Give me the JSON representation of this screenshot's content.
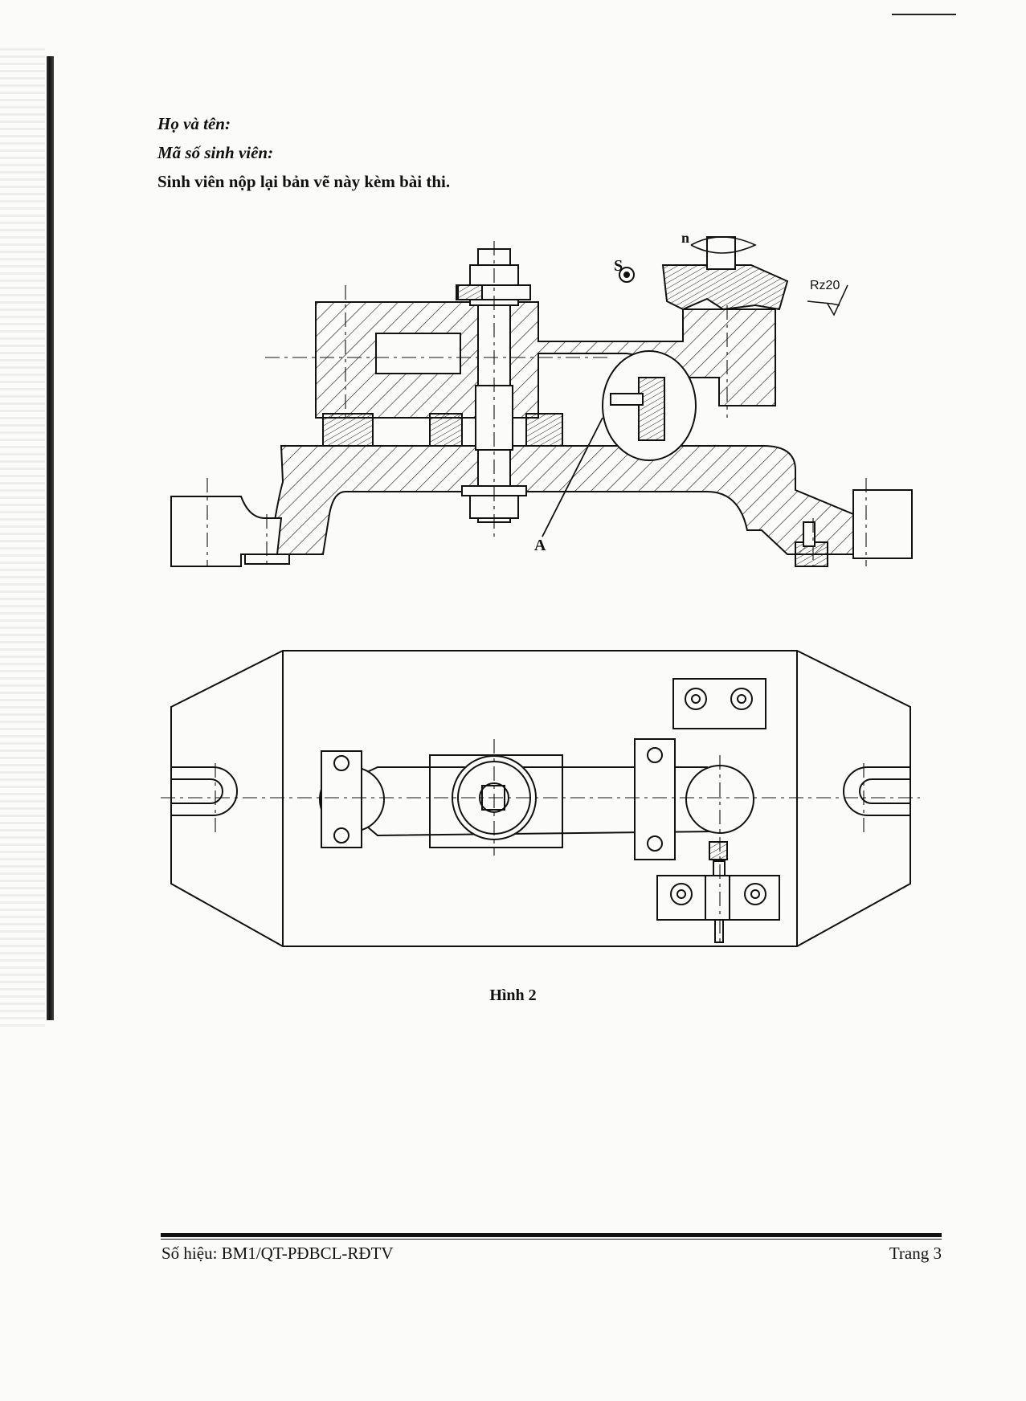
{
  "header": {
    "name_label": "Họ và tên:",
    "student_id_label": "Mã số sinh viên:",
    "instruction": "Sinh viên nộp lại bản vẽ này kèm bài thi."
  },
  "figure": {
    "caption": "Hình 2",
    "labels": {
      "feed": "S",
      "rotation": "n",
      "roughness": "Rz20",
      "detail": "A"
    }
  },
  "footer": {
    "doc_code": "Số hiệu: BM1/QT-PĐBCL-RĐTV",
    "page": "Trang 3"
  }
}
